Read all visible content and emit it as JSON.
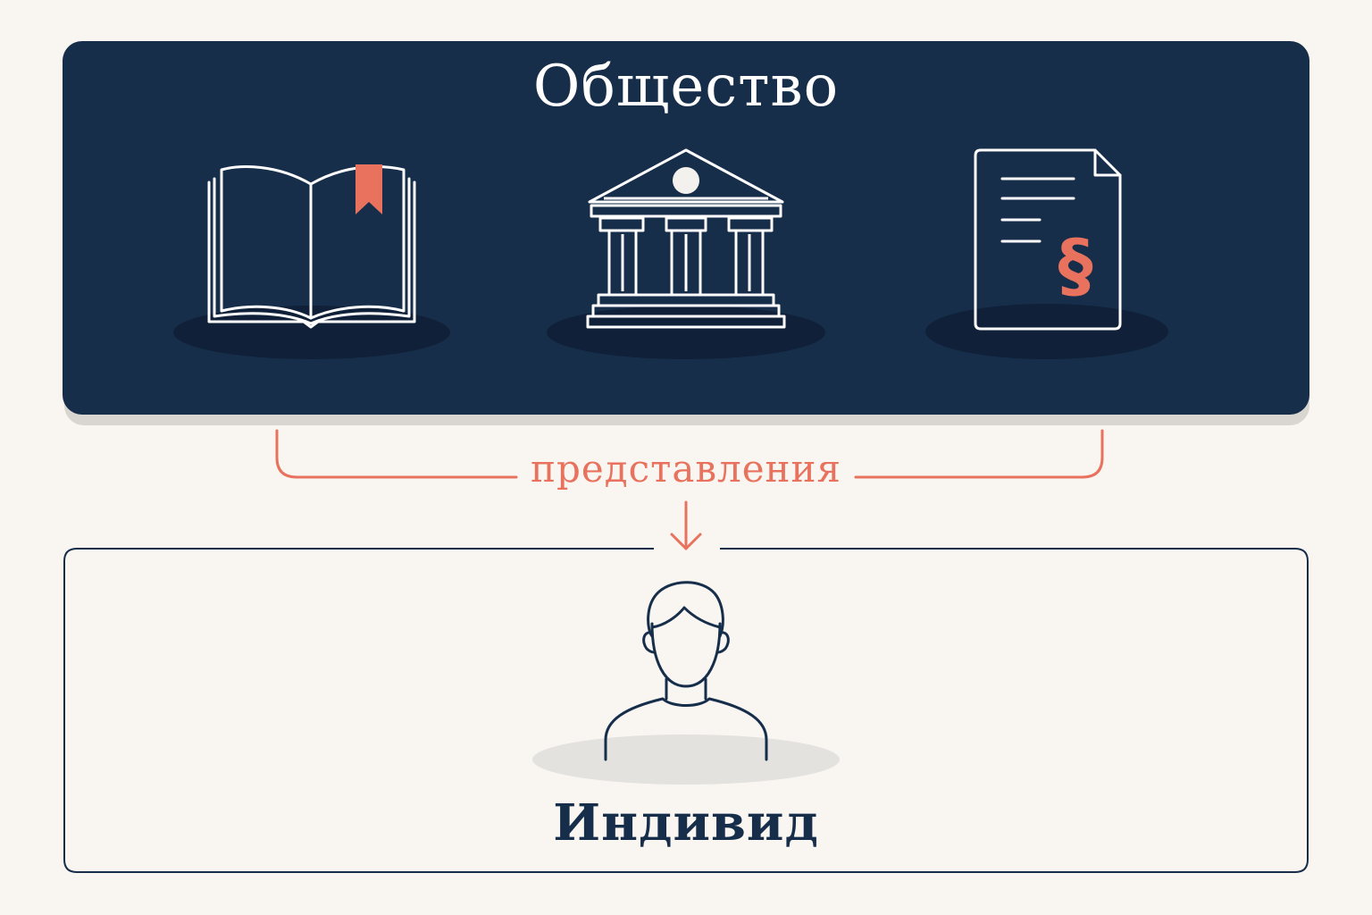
{
  "society": {
    "title": "Общество",
    "icons": [
      "book-icon",
      "institution-building-icon",
      "law-document-icon"
    ]
  },
  "link": {
    "label": "представления"
  },
  "individual": {
    "title": "Индивид",
    "icon": "person-icon"
  },
  "colors": {
    "background": "#f9f6f2",
    "panel": "#172e4b",
    "accent": "#e8725e",
    "outline": "#172e4b"
  }
}
